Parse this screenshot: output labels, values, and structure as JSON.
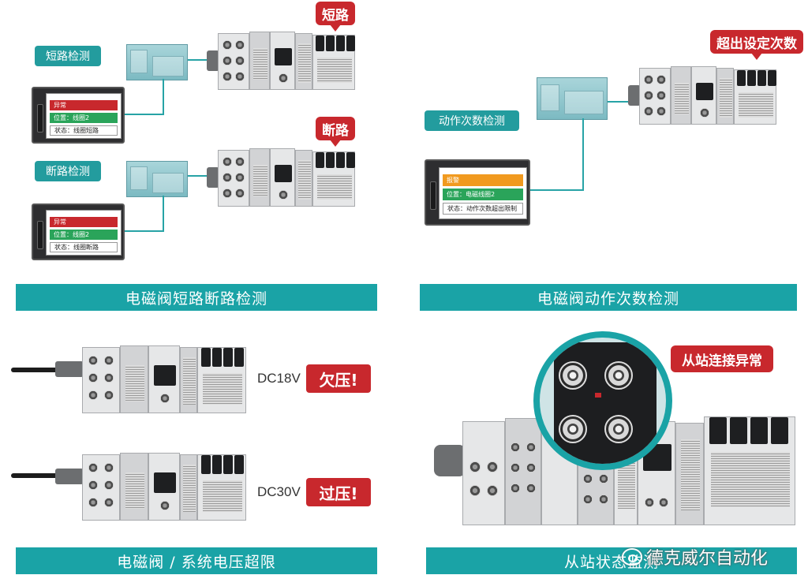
{
  "panels": {
    "short_break": {
      "short_detect_label": "短路检测",
      "short_tag": "短路",
      "hmi1": {
        "row1": "异常",
        "row2": "位置：线圈2",
        "row3": "状态：线圈短路"
      },
      "break_detect_label": "断路检测",
      "break_tag": "断路",
      "hmi2": {
        "row1": "异常",
        "row2": "位置：线圈2",
        "row3": "状态：线圈断路"
      },
      "banner": "电磁阀短路断路检测"
    },
    "action_count": {
      "detect_label": "动作次数检测",
      "tag": "超出设定次数",
      "hmi": {
        "row1": "报警",
        "row2": "位置：电磁线圈2",
        "row3": "状态：动作次数超出限制"
      },
      "banner": "电磁阀动作次数检测"
    },
    "voltage": {
      "under_voltage": "DC18V",
      "under_tag": "欠压!",
      "over_voltage": "DC30V",
      "over_tag": "过压!",
      "banner": "电磁阀 / 系统电压超限"
    },
    "slave": {
      "tag": "从站连接异常",
      "banner": "从站状态监测",
      "watermark": "德克威尔自动化"
    }
  },
  "colors": {
    "teal": "#1aa3a6",
    "red": "#c8282d",
    "orange": "#f19a1f",
    "green": "#2aa45a"
  }
}
